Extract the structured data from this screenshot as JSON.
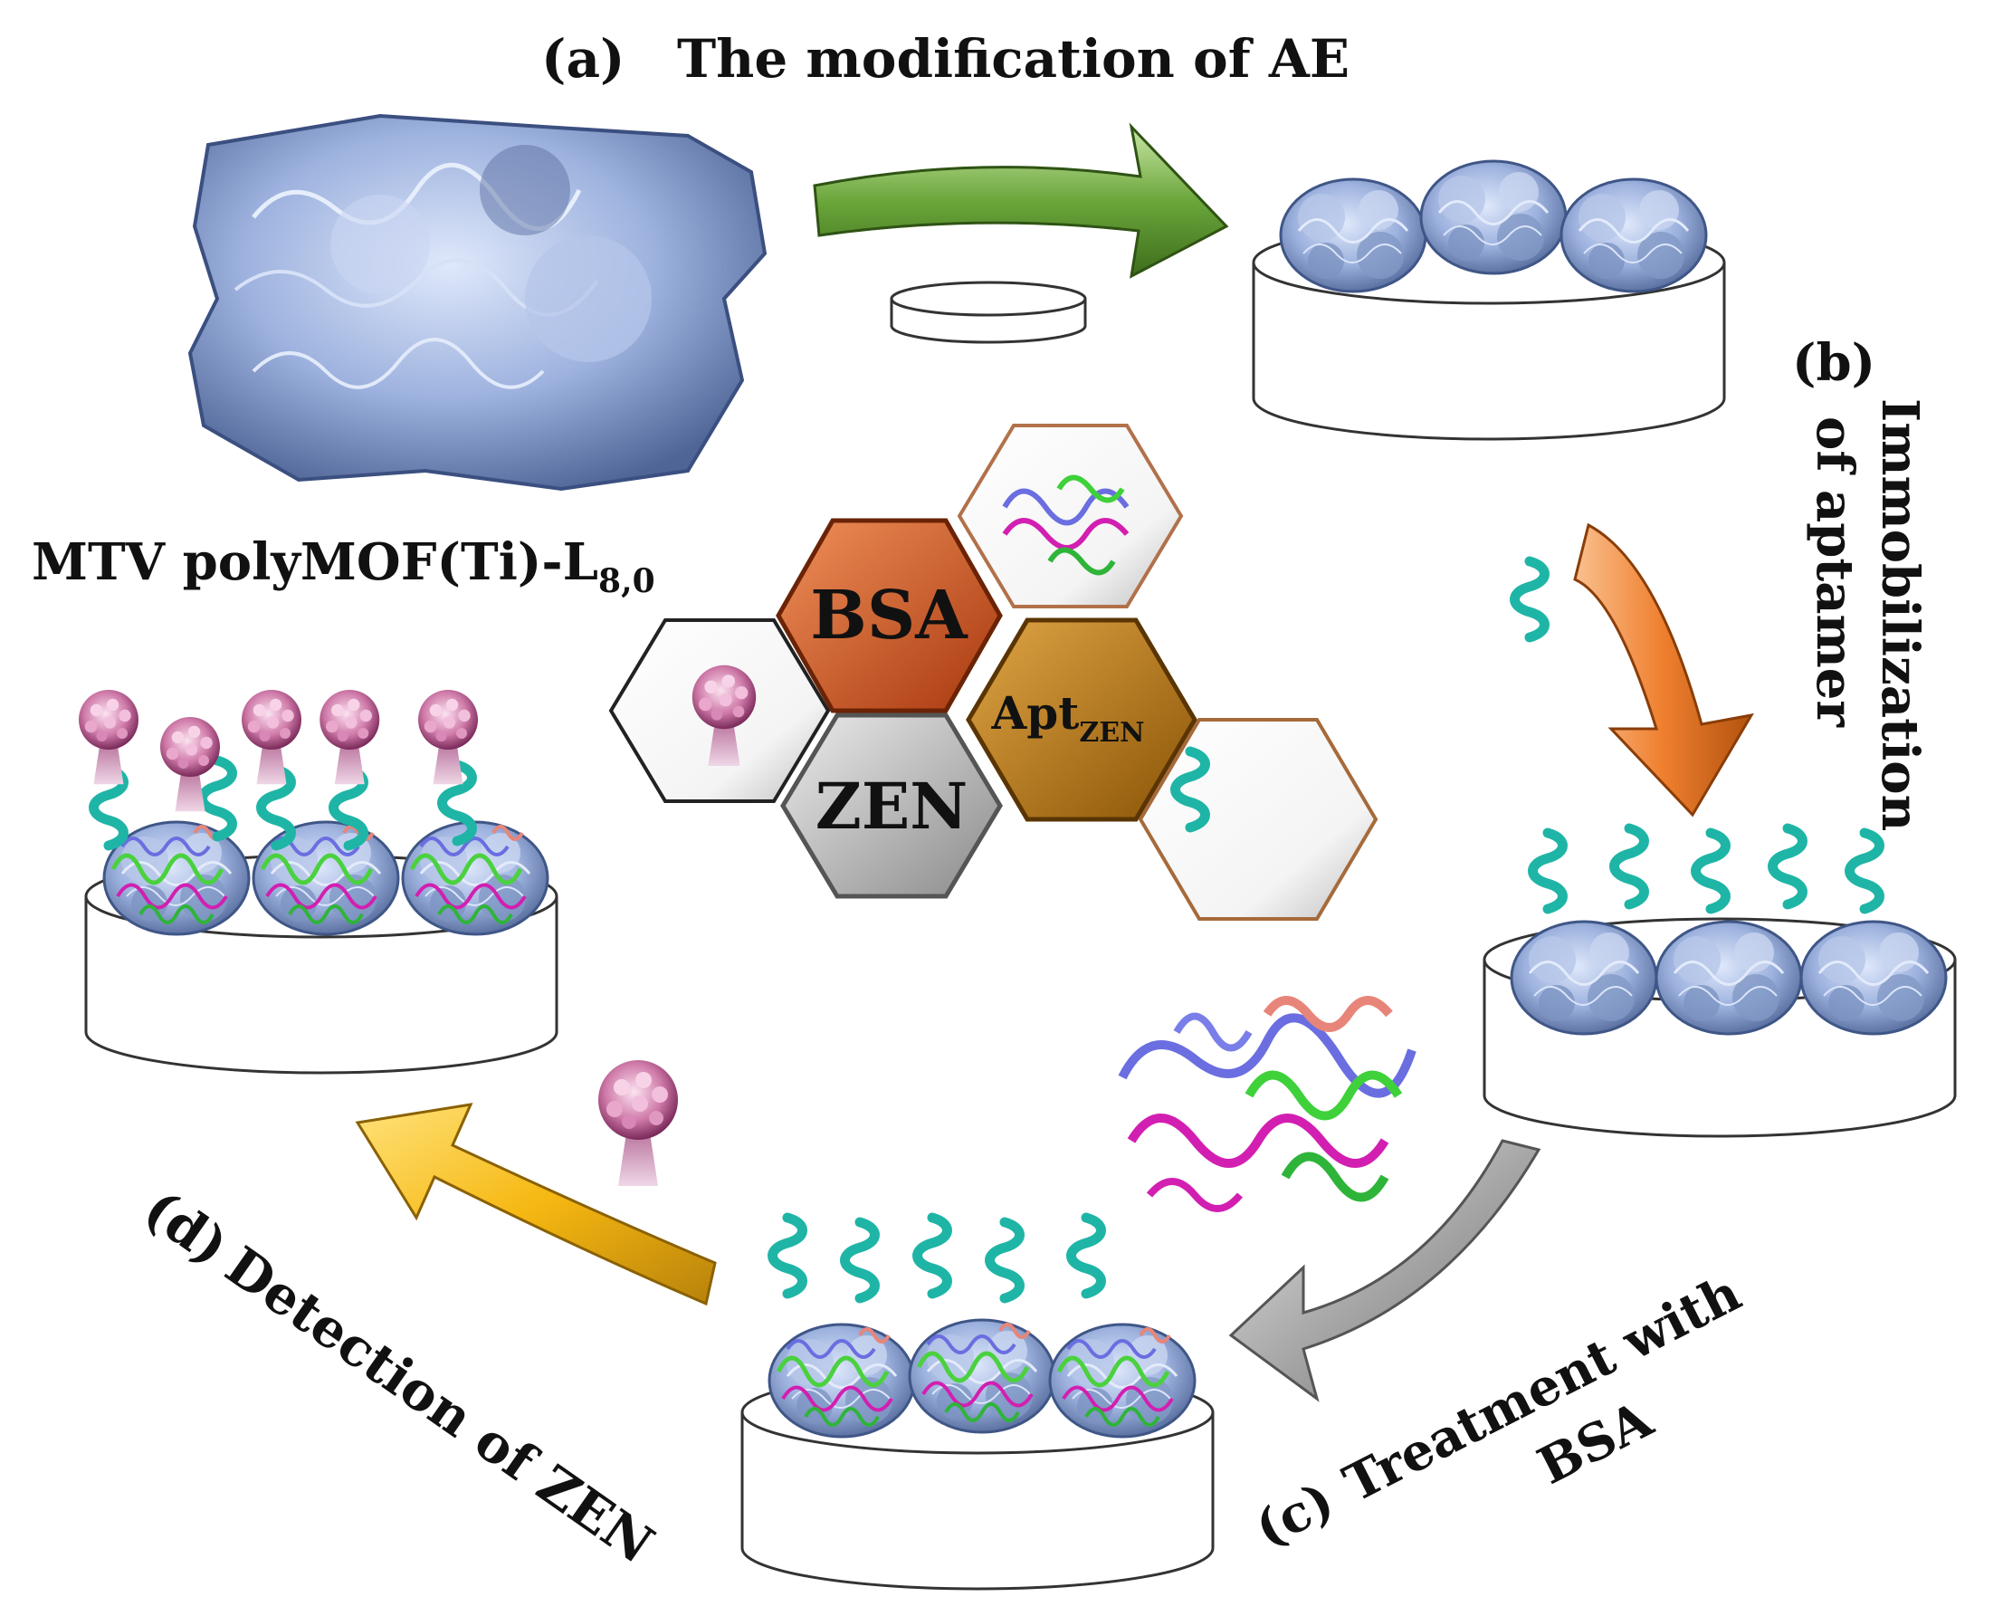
{
  "steps": {
    "a": {
      "tag": "(a)",
      "text": "The modification of AE"
    },
    "b": {
      "tag": "(b)",
      "line1": "Immobilization",
      "line2": "of aptamer"
    },
    "c": {
      "tag": "(c)",
      "line1": "Treatment with",
      "line2": "BSA"
    },
    "d": {
      "tag": "(d)",
      "text": "Detection of ZEN"
    }
  },
  "material_label": {
    "main": "MTV polyMOF(Ti)-L",
    "subscript": "8,0"
  },
  "legend": {
    "bsa": "BSA",
    "apt": "Apt",
    "apt_sub": "ZEN",
    "zen": "ZEN"
  },
  "colors": {
    "mof": "#8fa6d4",
    "aptamer": "#1fb5a6",
    "arrow_a": "#6aa63a",
    "arrow_b": "#ef7f2e",
    "arrow_c": "#a8a8a8",
    "arrow_d": "#f6b812",
    "bsa_hex": "#d4501c",
    "apt_hex": "#c27a10",
    "zen_hex": "#b9b9b9",
    "zen_molecule": "#c45a94"
  }
}
